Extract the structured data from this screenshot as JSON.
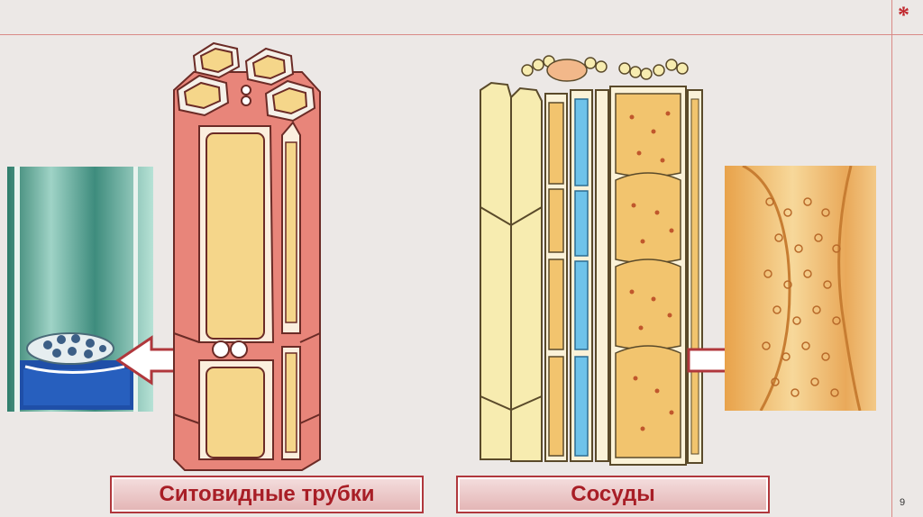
{
  "slide": {
    "star": "*",
    "page_number": "9",
    "label_left": "Ситовидные трубки",
    "label_right": "Сосуды"
  },
  "colors": {
    "accent": "#b0373c",
    "label_text": "#a81e26",
    "sieve_wall": "#e8857a",
    "cell_fill": "#f5d68a",
    "vessel_fill": "#f2c46e",
    "blue_cell": "#6ec3ea"
  },
  "icons": [
    "arrow-left-icon",
    "arrow-right-icon"
  ]
}
